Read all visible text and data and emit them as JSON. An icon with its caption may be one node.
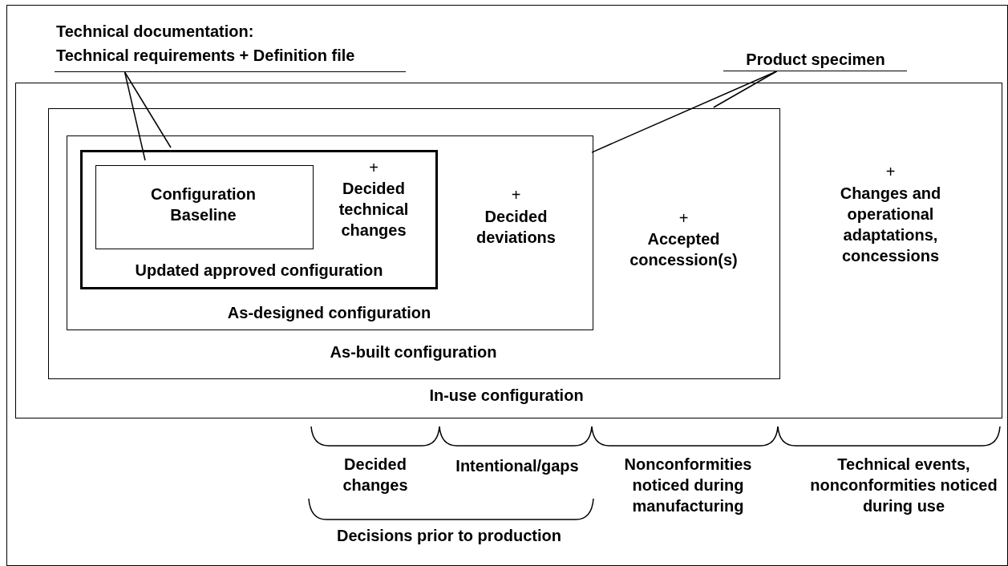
{
  "diagram": {
    "nodes": [
      {
        "text": [
          "Technical documentation:",
          "Technical requirements + Definition file"
        ]
      },
      {
        "text": [
          "Product specimen"
        ]
      },
      {
        "text": [
          "+",
          "Changes and operational adaptations, concessions",
          "In-use configuration"
        ]
      },
      {
        "text": [
          "+",
          "Accepted concession(s)",
          "As-built configuration"
        ],
        "in": 2
      },
      {
        "text": [
          "+",
          "Decided deviations",
          "As-designed configuration"
        ],
        "in": 3
      },
      {
        "text": [
          "+",
          "Decided technical changes",
          "Updated approved configuration"
        ],
        "in": 4
      },
      {
        "text": [
          "Configuration Baseline"
        ],
        "in": 5
      }
    ],
    "edges": [
      {
        "from": 0,
        "to": 6,
        "arrow": "none"
      },
      {
        "from": 0,
        "to": 5,
        "arrow": "none"
      },
      {
        "from": 1,
        "to": 4,
        "arrow": "none"
      },
      {
        "from": 1,
        "to": 3,
        "arrow": "none"
      }
    ],
    "labels": [
      "Decided changes",
      "Intentional/gaps",
      "Nonconformities noticed during manufacturing",
      "Technical events, nonconformities noticed during use",
      "Decisions prior to production"
    ]
  }
}
